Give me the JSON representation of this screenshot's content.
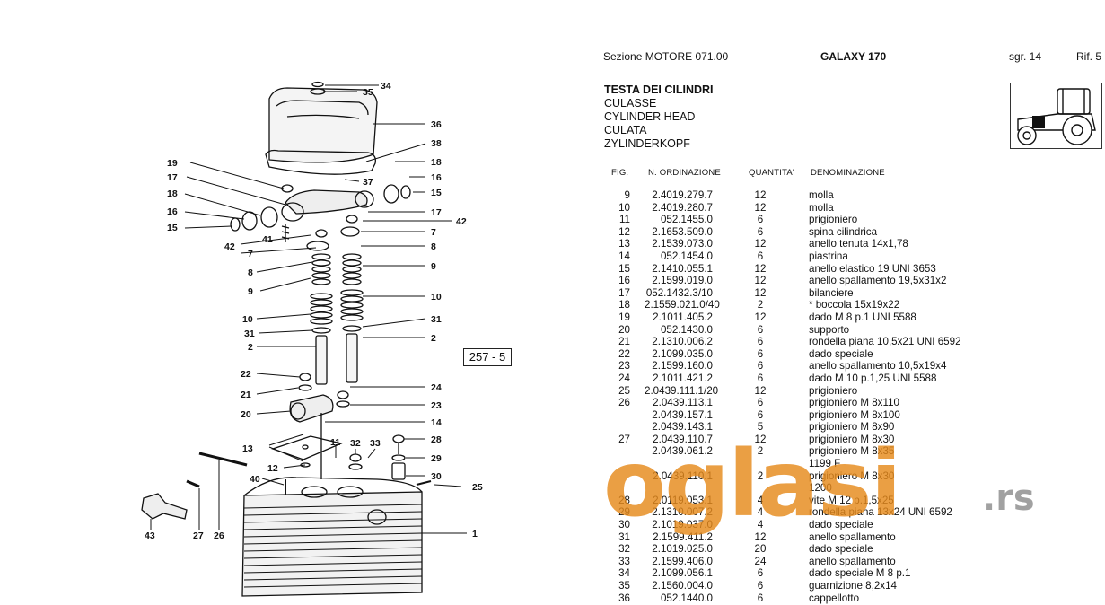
{
  "header": {
    "section": "Sezione MOTORE 071.00",
    "model": "GALAXY 170",
    "sheet": "sgr. 14",
    "ref": "Rif. 5"
  },
  "titles": [
    "TESTA DEI CILINDRI",
    "CULASSE",
    "CYLINDER HEAD",
    "CULATA",
    "ZYLINDERKOPF"
  ],
  "columns": {
    "fig": "FIG.",
    "order": "N. ORDINAZIONE",
    "qty": "QUANTITA'",
    "desc": "DENOMINAZIONE"
  },
  "rows": [
    {
      "fig": "9",
      "order": "2.4019.279.7",
      "qty": "12",
      "desc": "molla"
    },
    {
      "fig": "10",
      "order": "2.4019.280.7",
      "qty": "12",
      "desc": "molla"
    },
    {
      "fig": "11",
      "order": "052.1455.0",
      "qty": "6",
      "desc": "prigioniero"
    },
    {
      "fig": "12",
      "order": "2.1653.509.0",
      "qty": "6",
      "desc": "spina cilindrica"
    },
    {
      "fig": "13",
      "order": "2.1539.073.0",
      "qty": "12",
      "desc": "anello tenuta 14x1,78"
    },
    {
      "fig": "14",
      "order": "052.1454.0",
      "qty": "6",
      "desc": "piastrina"
    },
    {
      "fig": "15",
      "order": "2.1410.055.1",
      "qty": "12",
      "desc": "anello elastico 19 UNI 3653"
    },
    {
      "fig": "16",
      "order": "2.1599.019.0",
      "qty": "12",
      "desc": "anello spallamento 19,5x31x2"
    },
    {
      "fig": "17",
      "order": "052.1432.3/10",
      "qty": "12",
      "desc": "bilanciere"
    },
    {
      "fig": "18",
      "order": "2.1559.021.0/40",
      "qty": "2",
      "desc": "* boccola 15x19x22"
    },
    {
      "fig": "19",
      "order": "2.1011.405.2",
      "qty": "12",
      "desc": "dado M 8 p.1 UNI 5588"
    },
    {
      "fig": "20",
      "order": "052.1430.0",
      "qty": "6",
      "desc": "supporto"
    },
    {
      "fig": "21",
      "order": "2.1310.006.2",
      "qty": "6",
      "desc": "rondella piana 10,5x21 UNI 6592"
    },
    {
      "fig": "22",
      "order": "2.1099.035.0",
      "qty": "6",
      "desc": "dado speciale"
    },
    {
      "fig": "23",
      "order": "2.1599.160.0",
      "qty": "6",
      "desc": "anello spallamento 10,5x19x4"
    },
    {
      "fig": "24",
      "order": "2.1011.421.2",
      "qty": "6",
      "desc": "dado M 10 p.1,25 UNI 5588"
    },
    {
      "fig": "25",
      "order": "2.0439.111.1/20",
      "qty": "12",
      "desc": "prigioniero"
    },
    {
      "fig": "26",
      "order": "2.0439.113.1",
      "qty": "6",
      "desc": "prigioniero M 8x110"
    },
    {
      "fig": "",
      "order": "2.0439.157.1",
      "qty": "6",
      "desc": "prigioniero M 8x100"
    },
    {
      "fig": "",
      "order": "2.0439.143.1",
      "qty": "5",
      "desc": "prigioniero M 8x90"
    },
    {
      "fig": "27",
      "order": "2.0439.110.7",
      "qty": "12",
      "desc": "prigioniero M 8x30"
    },
    {
      "fig": "",
      "order": "2.0439.061.2",
      "qty": "2",
      "desc": "prigioniero M 8x35"
    },
    {
      "fig": "",
      "order": "",
      "qty": "",
      "desc": "1199 F"
    },
    {
      "fig": "",
      "order": "2.0439.110.1",
      "qty": "2",
      "desc": "prigioniero M 8x30"
    },
    {
      "fig": "",
      "order": "",
      "qty": "",
      "desc": "1200"
    },
    {
      "fig": "28",
      "order": "2.0119.053.1",
      "qty": "4",
      "desc": "vite M 12 p.1,5x25"
    },
    {
      "fig": "29",
      "order": "2.1310.007.2",
      "qty": "4",
      "desc": "rondella piana 13x24 UNI 6592"
    },
    {
      "fig": "30",
      "order": "2.1019.037.0",
      "qty": "4",
      "desc": "dado speciale"
    },
    {
      "fig": "31",
      "order": "2.1599.411.2",
      "qty": "12",
      "desc": "anello spallamento"
    },
    {
      "fig": "32",
      "order": "2.1019.025.0",
      "qty": "20",
      "desc": "dado speciale"
    },
    {
      "fig": "33",
      "order": "2.1599.406.0",
      "qty": "24",
      "desc": "anello spallamento"
    },
    {
      "fig": "34",
      "order": "2.1099.056.1",
      "qty": "6",
      "desc": "dado speciale M 8 p.1"
    },
    {
      "fig": "35",
      "order": "2.1560.004.0",
      "qty": "6",
      "desc": "guarnizione 8,2x14"
    },
    {
      "fig": "36",
      "order": "052.1440.0",
      "qty": "6",
      "desc": "cappellotto"
    }
  ],
  "diagram": {
    "ref_box": "257 - 5",
    "labels": {
      "n34": "34",
      "n35": "35",
      "n36": "36",
      "n38": "38",
      "n37": "37",
      "n19": "19",
      "n17": "17",
      "n18": "18",
      "n16": "16",
      "n15": "15",
      "n42": "42",
      "n41": "41",
      "n7": "7",
      "n8": "8",
      "n9": "9",
      "n10": "10",
      "n31": "31",
      "n2": "2",
      "n22": "22",
      "n21": "21",
      "n20": "20",
      "n24": "24",
      "n23": "23",
      "n14": "14",
      "n11": "11",
      "n13": "13",
      "n12": "12",
      "n28": "28",
      "n29": "29",
      "n30": "30",
      "n32": "32",
      "n33": "33",
      "n40": "40",
      "n25": "25",
      "n1": "1",
      "n43": "43",
      "n27": "27",
      "n26": "26"
    }
  },
  "watermark": {
    "main": "oglasi",
    "suffix": ".rs",
    "color": "#e68a1c"
  }
}
